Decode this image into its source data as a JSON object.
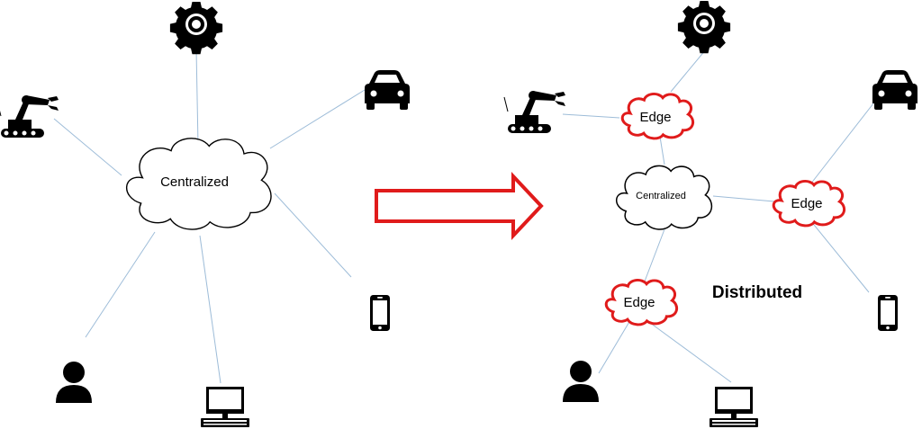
{
  "left": {
    "cloud_label": "Centralized"
  },
  "right": {
    "cloud_label": "Centralized",
    "edge_labels": [
      "Edge",
      "Edge",
      "Edge"
    ],
    "title": "Distributed"
  },
  "icons": [
    "gear-icon",
    "robot-arm-icon",
    "car-icon",
    "smartphone-icon",
    "person-icon",
    "desktop-computer-icon"
  ],
  "colors": {
    "edge_cloud": "#e01b1b",
    "arrow": "#e01b1b",
    "connector": "#9dbcd8"
  }
}
